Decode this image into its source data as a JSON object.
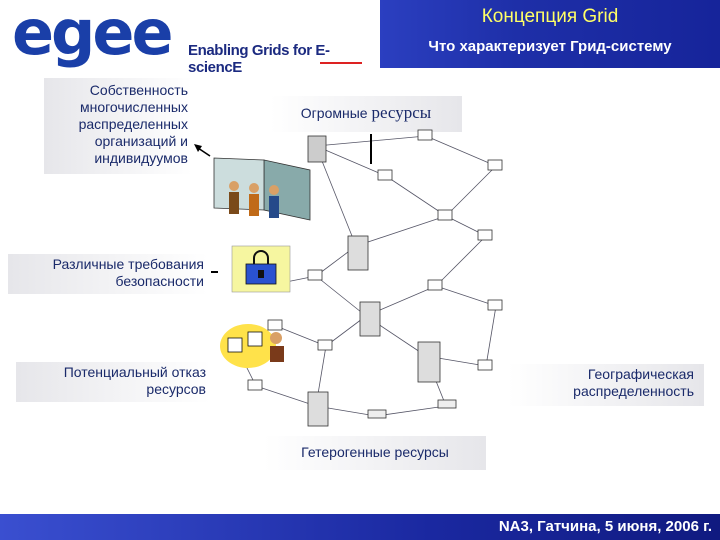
{
  "header": {
    "logo": "egee",
    "logo_subtitle": "Enabling Grids for E-sciencE",
    "title": "Концепция Grid",
    "subtitle": "Что характеризует Грид-систему"
  },
  "labels": {
    "ownership": [
      "Собственность",
      "многочисленных",
      "распределенных",
      "организаций и",
      "индивидуумов"
    ],
    "resources_prefix": "Огромные",
    "resources_word": "ресурсы",
    "security": [
      "Различные требования",
      "безопасности"
    ],
    "failure": [
      "Потенциальный отказ",
      "ресурсов"
    ],
    "geo": [
      "Географическая",
      "распределенность"
    ],
    "hetero": "Гетерогенные ресурсы"
  },
  "footer": {
    "text": "NA3, Гатчина, 5 июня, 2006 г."
  },
  "colors": {
    "header_band": "#1e2fa8",
    "header_title": "#ffff66",
    "label_text": "#1a2a6a",
    "logo": "#1a3fa8"
  }
}
